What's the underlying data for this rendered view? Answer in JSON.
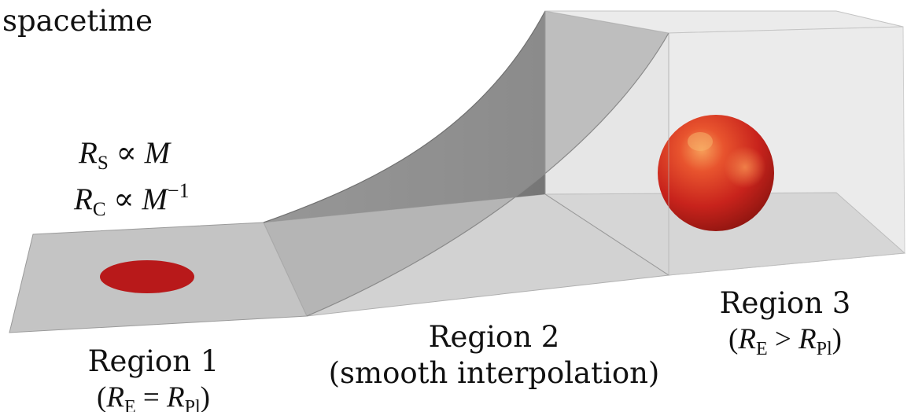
{
  "labels": {
    "spacetime": "spacetime",
    "region1_title": "Region 1",
    "region1_cond": "(R_E = R_Pl)",
    "region2_title": "Region 2",
    "region2_cond": "(smooth interpolation)",
    "region3_title": "Region 3",
    "region3_cond": "(R_E > R_Pl)"
  },
  "equations": {
    "schwarzschild": "R_S ∝ M",
    "compton": "R_C ∝ M^-1"
  },
  "colors": {
    "surface_light": "#c9c9c9",
    "surface_mid": "#b4b4b4",
    "surface_dark": "#7e7e7e",
    "sphere_red": "#c8231c",
    "disk_red": "#b8191a"
  }
}
